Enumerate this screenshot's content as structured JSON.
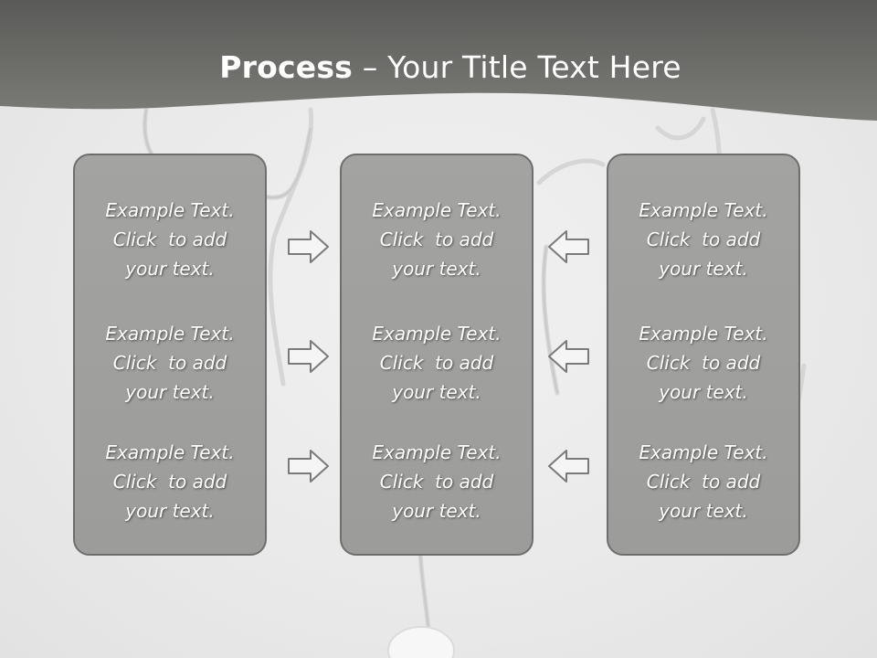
{
  "slide": {
    "title_bold": "Process",
    "title_rest": " – Your Title Text Here"
  },
  "panels": [
    {
      "texts": [
        "Example Text.\nClick  to add\nyour text.",
        "Example Text.\nClick  to add\nyour text.",
        "Example Text.\nClick  to add\nyour text."
      ]
    },
    {
      "texts": [
        "Example Text.\nClick  to add\nyour text.",
        "Example Text.\nClick  to add\nyour text.",
        "Example Text.\nClick  to add\nyour text."
      ]
    },
    {
      "texts": [
        "Example Text.\nClick  to add\nyour text.",
        "Example Text.\nClick  to add\nyour text.",
        "Example Text.\nClick  to add\nyour text."
      ]
    }
  ],
  "arrows": {
    "left_column": "right-arrow-icon",
    "right_column": "left-arrow-icon"
  },
  "colors": {
    "header": "#6f6f6c",
    "panel_fill": "#a0a09e",
    "panel_border": "#6e6e6e",
    "text": "#ffffff"
  }
}
